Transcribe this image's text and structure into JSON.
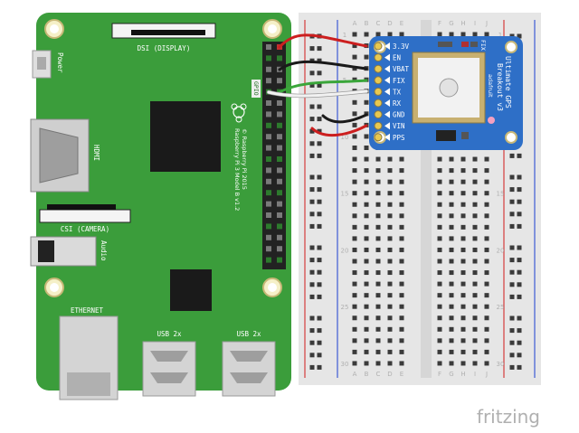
{
  "rpi": {
    "dsi_label": "DSI (DISPLAY)",
    "csi_label": "CSI (CAMERA)",
    "power_label": "Power",
    "hdmi_label": "HDMI",
    "audio_label": "Audio",
    "ethernet_label": "ETHERNET",
    "usb_label": "USB 2x",
    "gpio_label": "GPIO",
    "model_text": "Raspberry Pi 3 Model B v1.2",
    "copyright_text": "© Raspberry Pi 2015"
  },
  "breadboard": {
    "column_letters": [
      "A",
      "B",
      "C",
      "D",
      "E",
      "F",
      "G",
      "H",
      "I",
      "J"
    ],
    "row_numbers": [
      "1",
      "5",
      "10",
      "15",
      "20",
      "25",
      "30"
    ]
  },
  "gps": {
    "pins": [
      "3.3V",
      "EN",
      "VBAT",
      "FIX",
      "TX",
      "RX",
      "GND",
      "VIN",
      "PPS"
    ],
    "title_line1": "Ultimate GPS",
    "title_line2": "Breakout v3",
    "brand": "adafruit",
    "fix_label": "FIX"
  },
  "wires": [
    {
      "color": "#cc1f1f"
    },
    {
      "color": "#1a1a1a"
    },
    {
      "color": "#3aa63a"
    },
    {
      "color": "#f2f2f2"
    },
    {
      "color": "#1a1a1a"
    },
    {
      "color": "#cc1f1f"
    }
  ],
  "watermark": "fritzing",
  "colors": {
    "board_green": "#3b9d3b",
    "gps_blue": "#2e6fc7",
    "breadboard": "#e8e8e8"
  }
}
